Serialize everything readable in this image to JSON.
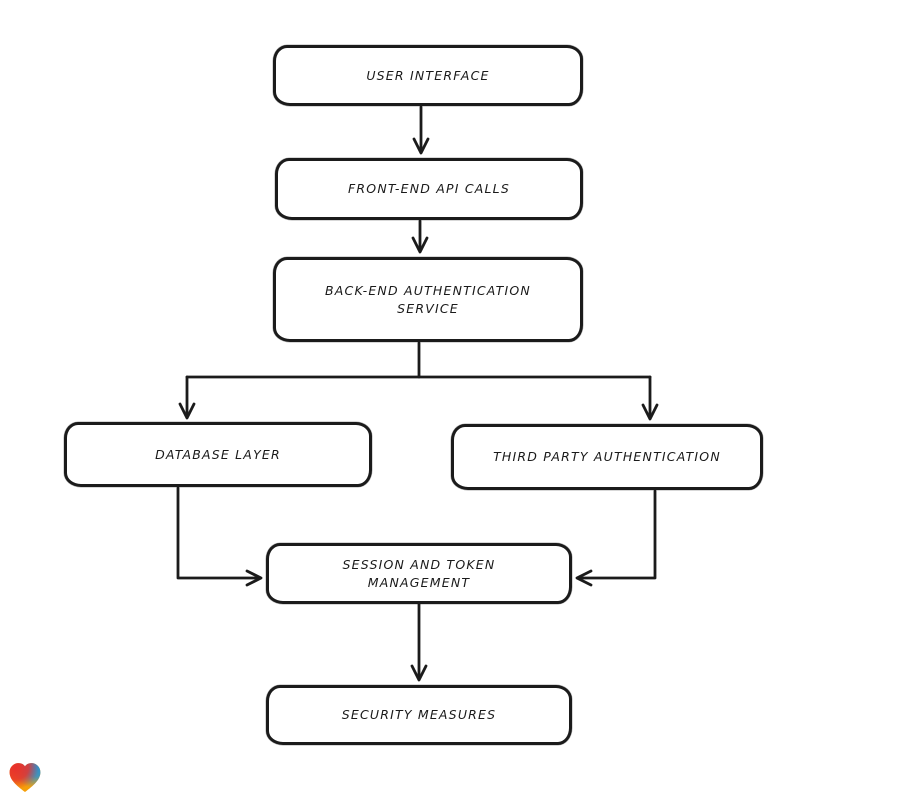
{
  "diagram": {
    "background": "#ffffff",
    "stroke_color": "#1b1b1b",
    "node_fill": "#ffffff",
    "nodes": [
      {
        "id": "user-interface",
        "label": "USER INTERFACE"
      },
      {
        "id": "front-end-api-calls",
        "label": "FRONT-END API CALLS"
      },
      {
        "id": "back-end-authentication-service",
        "label": "BACK-END AUTHENTICATION\nSERVICE"
      },
      {
        "id": "database-layer",
        "label": "DATABASE LAYER"
      },
      {
        "id": "third-party-authentication",
        "label": "THIRD PARTY AUTHENTICATION"
      },
      {
        "id": "session-and-token-management",
        "label": "SESSION AND TOKEN\nMANAGEMENT"
      },
      {
        "id": "security-measures",
        "label": "SECURITY MEASURES"
      }
    ],
    "edges": [
      {
        "from": "user-interface",
        "to": "front-end-api-calls"
      },
      {
        "from": "front-end-api-calls",
        "to": "back-end-authentication-service"
      },
      {
        "from": "back-end-authentication-service",
        "to": "database-layer"
      },
      {
        "from": "back-end-authentication-service",
        "to": "third-party-authentication"
      },
      {
        "from": "database-layer",
        "to": "session-and-token-management"
      },
      {
        "from": "third-party-authentication",
        "to": "session-and-token-management"
      },
      {
        "from": "session-and-token-management",
        "to": "security-measures"
      }
    ],
    "watermark": {
      "name": "heart-logo",
      "colors": {
        "red": "#e8312c",
        "blue": "#2492d6",
        "orange": "#f59f0a"
      }
    }
  }
}
